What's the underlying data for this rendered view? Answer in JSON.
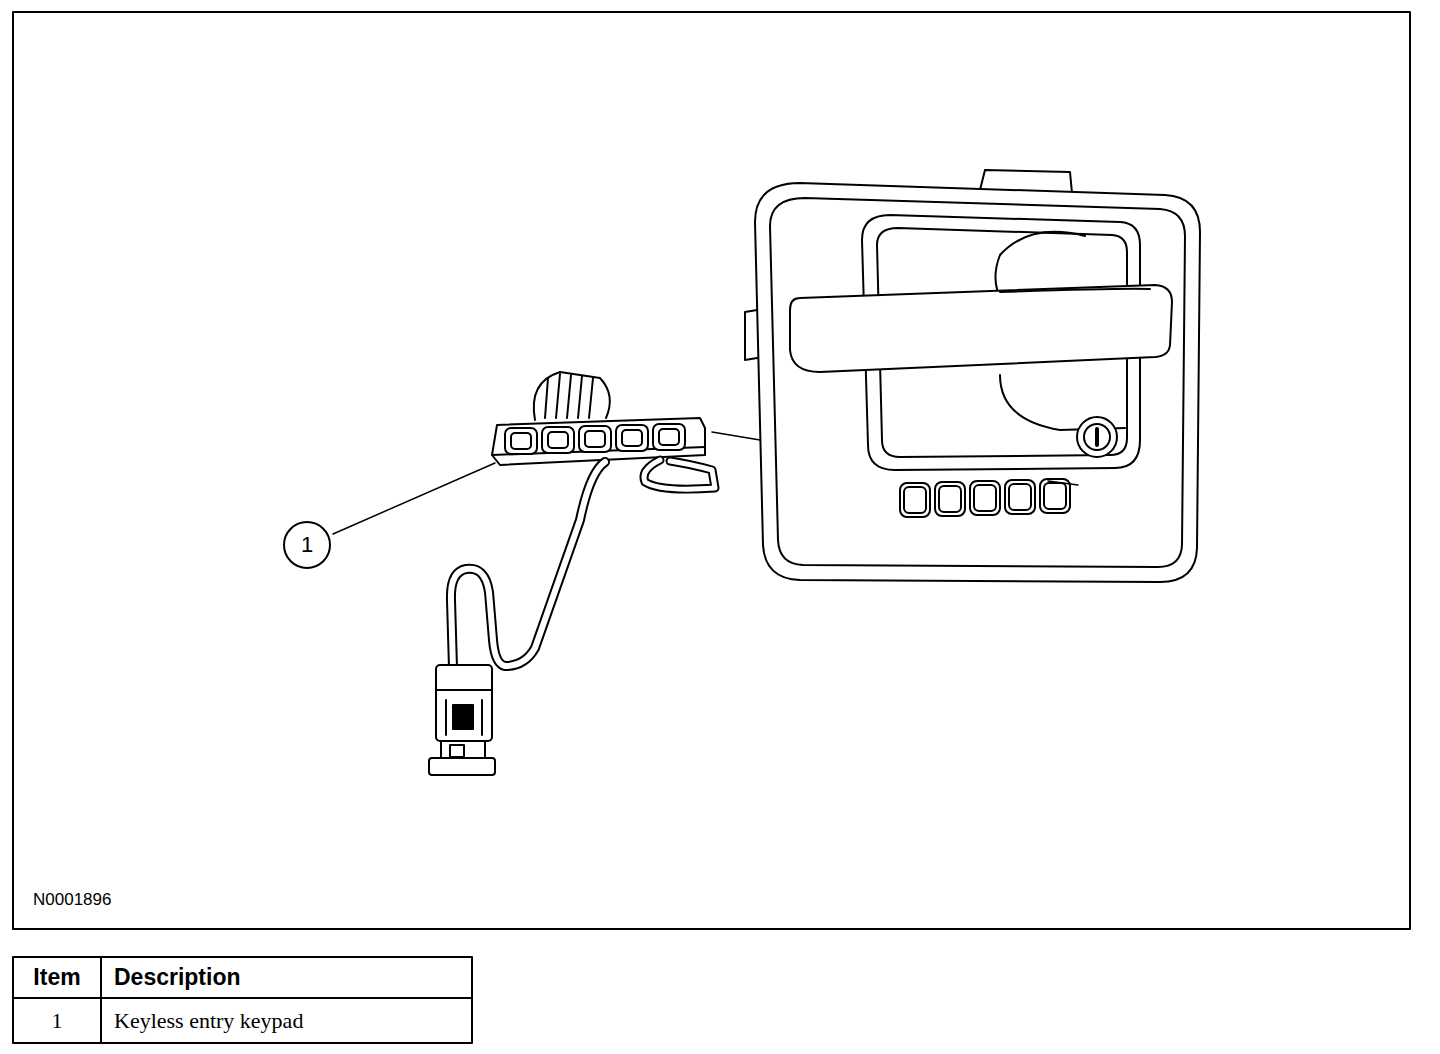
{
  "diagram": {
    "nodes": [
      {
        "text": [
          "1"
        ]
      }
    ],
    "labels": [
      "N0001896",
      "Item",
      "Description",
      "1",
      "Keyless entry keypad"
    ]
  }
}
